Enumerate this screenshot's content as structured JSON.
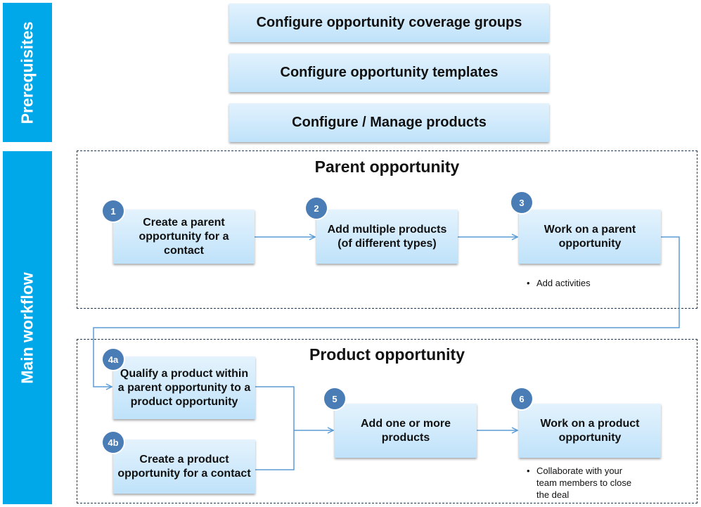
{
  "sidebars": {
    "prerequisites": "Prerequisites",
    "main_workflow": "Main workflow"
  },
  "prerequisites": [
    "Configure opportunity coverage groups",
    "Configure opportunity templates",
    "Configure / Manage products"
  ],
  "parent_section": {
    "title": "Parent opportunity",
    "steps": [
      {
        "badge": "1",
        "label": "Create a parent opportunity for a contact"
      },
      {
        "badge": "2",
        "label": "Add multiple products (of different types)"
      },
      {
        "badge": "3",
        "label": "Work on a parent opportunity"
      }
    ],
    "note": "Add activities"
  },
  "product_section": {
    "title": "Product opportunity",
    "steps": [
      {
        "badge": "4a",
        "label": "Qualify a product within a parent opportunity to a product opportunity"
      },
      {
        "badge": "4b",
        "label": "Create a product opportunity for a contact"
      },
      {
        "badge": "5",
        "label": "Add one or more products"
      },
      {
        "badge": "6",
        "label": "Work on a product opportunity"
      }
    ],
    "note": "Collaborate with your team members to close the deal"
  },
  "colors": {
    "sidebar": "#00a8ea",
    "badge": "#4a7db5",
    "box_top": "#e4f3fd",
    "box_bottom": "#bfe2fa",
    "connector": "#5b9bd5",
    "section_border": "#1f3a52"
  }
}
